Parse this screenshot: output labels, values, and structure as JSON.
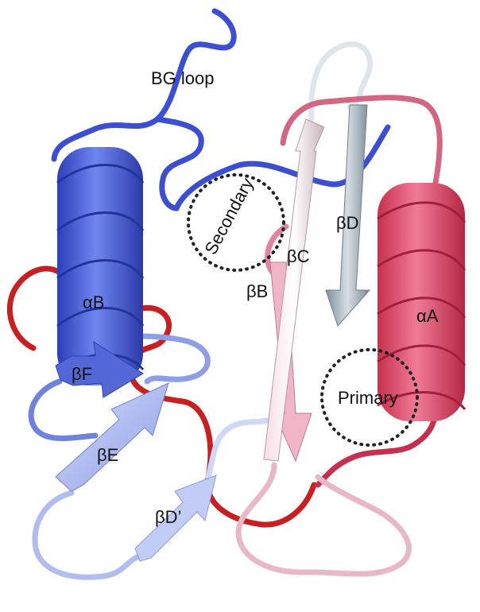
{
  "figure": {
    "labels": {
      "bg_loop": "BG loop",
      "alpha_b": "αB",
      "alpha_a": "αA",
      "beta_b": "βB",
      "beta_c": "βC",
      "beta_d": "βD",
      "beta_d_prime": "βD’",
      "beta_e": "βE",
      "beta_f": "βF",
      "secondary": "Secondary",
      "primary": "Primary"
    },
    "colors": {
      "blue_dark": "#3f56d6",
      "blue_light": "#a9b6ef",
      "red": "#cc1f1f",
      "pink": "#e0607e",
      "pink_light": "#f3c7d4",
      "grey_blue": "#9aa9b4",
      "white_loop": "#e8eef0"
    }
  }
}
